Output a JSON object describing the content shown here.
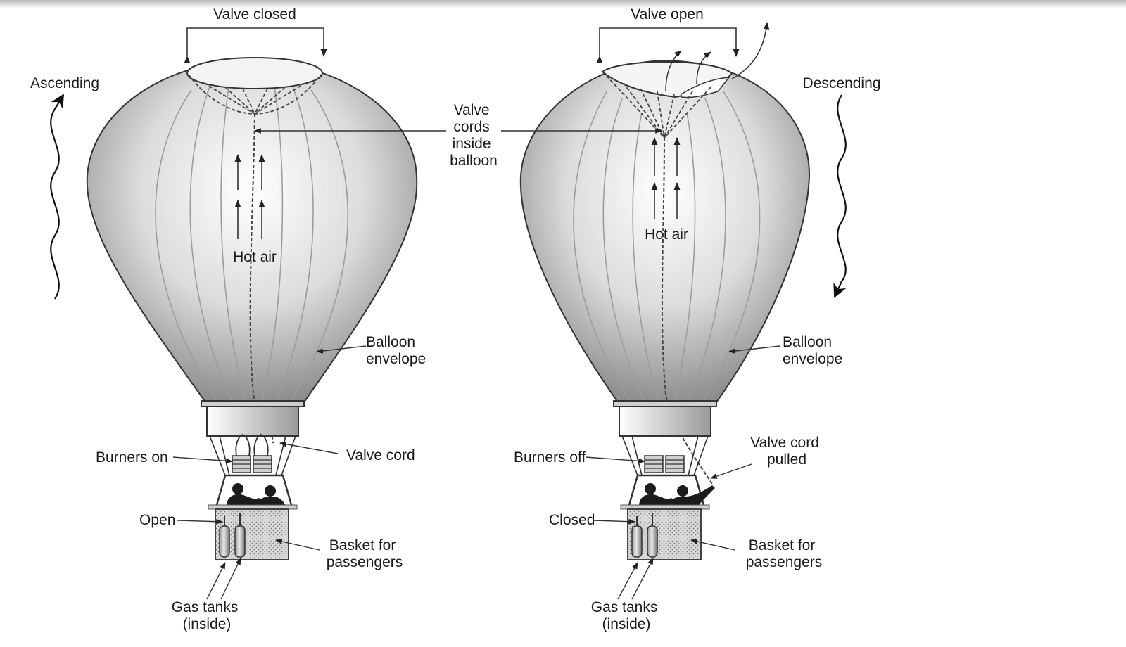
{
  "left_panel": {
    "valve_state": "Valve closed",
    "motion": "Ascending",
    "hot_air": "Hot air",
    "envelope": [
      "Balloon",
      "envelope"
    ],
    "burners": "Burners on",
    "valve_cord": "Valve cord",
    "tank_valve": "Open",
    "basket": [
      "Basket for",
      "passengers"
    ],
    "gas_tanks": [
      "Gas tanks",
      "(inside)"
    ]
  },
  "center_label": [
    "Valve",
    "cords",
    "inside",
    "balloon"
  ],
  "right_panel": {
    "valve_state": "Valve open",
    "motion": "Descending",
    "hot_air": "Hot air",
    "envelope": [
      "Balloon",
      "envelope"
    ],
    "burners": "Burners off",
    "valve_cord": [
      "Valve cord",
      "pulled"
    ],
    "tank_valve": "Closed",
    "basket": [
      "Basket for",
      "passengers"
    ],
    "gas_tanks": [
      "Gas tanks",
      "(inside)"
    ]
  }
}
